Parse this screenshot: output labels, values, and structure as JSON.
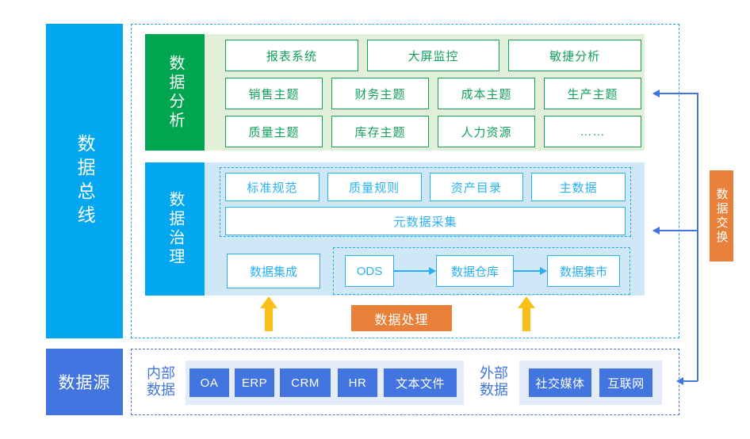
{
  "bus": {
    "label": "数据总线"
  },
  "source_label": {
    "label": "数据源"
  },
  "analysis": {
    "label": "数据分析",
    "row1": [
      "报表系统",
      "大屏监控",
      "敏捷分析"
    ],
    "row2": [
      "销售主题",
      "财务主题",
      "成本主题",
      "生产主题"
    ],
    "row3": [
      "质量主题",
      "库存主题",
      "人力资源",
      "……"
    ]
  },
  "governance": {
    "label": "数据治理",
    "standards": [
      "标准规范",
      "质量规则",
      "资产目录",
      "主数据"
    ],
    "metadata": "元数据采集",
    "integration": "数据集成",
    "pipeline": [
      "ODS",
      "数据仓库",
      "数据集市"
    ]
  },
  "process_chip": {
    "label": "数据处理"
  },
  "exchange_chip": {
    "label": "数据交换"
  },
  "sources": {
    "internal_label": [
      "内部",
      "数据"
    ],
    "internal": [
      "OA",
      "ERP",
      "CRM",
      "HR",
      "文本文件"
    ],
    "external_label": [
      "外部",
      "数据"
    ],
    "external": [
      "社交媒体",
      "互联网"
    ]
  },
  "colors": {
    "bus_blue": "#02a7f0",
    "source_blue": "#4275e0",
    "analysis_green": "#00a550",
    "analysis_band": "#e2efd9",
    "governance_band": "#cfe7f7",
    "orange": "#e8803a",
    "yellow": "#fcbf17"
  }
}
